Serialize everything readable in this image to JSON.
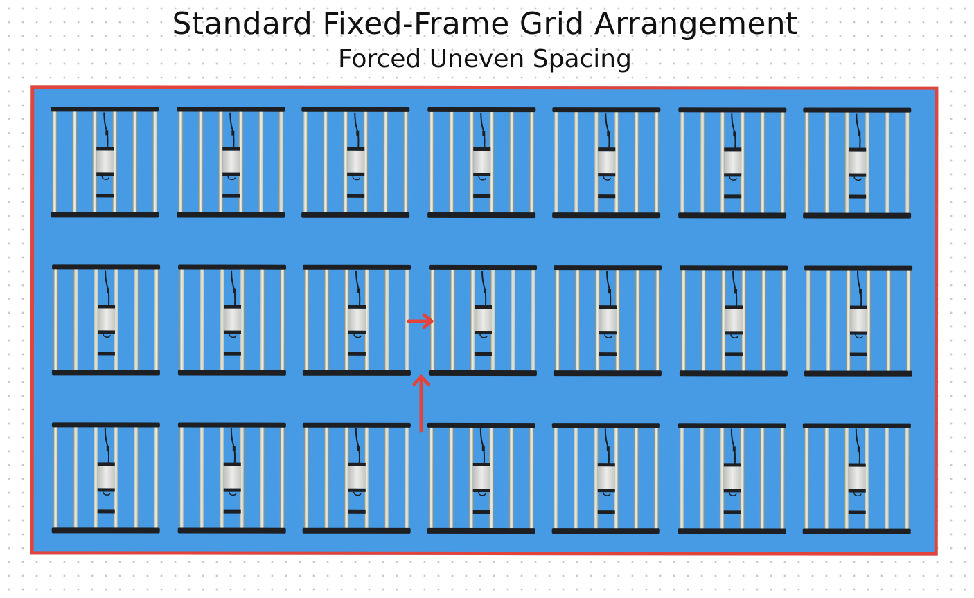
{
  "title": "Standard Fixed-Frame Grid Arrangement",
  "subtitle": "Forced Uneven Spacing",
  "colors": {
    "room_fill": "#479be5",
    "room_border": "#e2443c",
    "arrow": "#e2443c",
    "fixture_bar": "#1d1f22",
    "fixture_rail": "#e6e8dd"
  },
  "layout": {
    "rows": 3,
    "columns": 7,
    "fixture_count": 21,
    "light_bars_per_fixture": 6
  },
  "fixture_icon": "led-grow-light-fixture-icon",
  "arrow_icons": [
    "arrow-right-icon",
    "arrow-up-icon"
  ]
}
